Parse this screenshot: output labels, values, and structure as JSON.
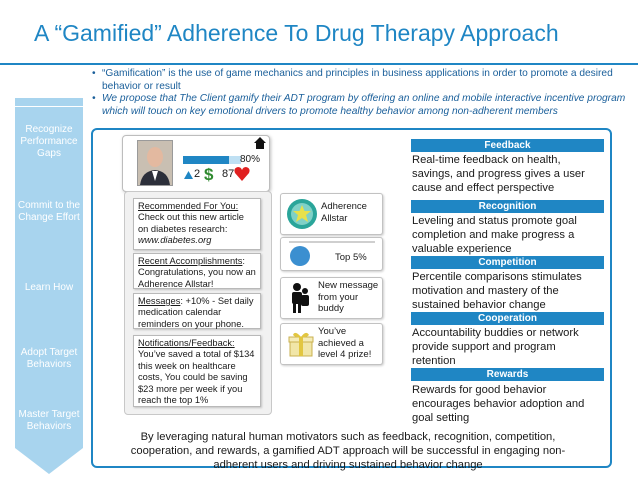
{
  "title": "A “Gamified” Adherence To Drug Therapy Approach",
  "bullets": [
    "“Gamification” is the use of game mechanics and principles in business applications in order to promote a desired behavior or result",
    "We propose that The Client gamify their ADT program by offering an online and mobile interactive incentive program which will touch on key emotional drivers to promote healthy behavior among non-adherent members"
  ],
  "steps": [
    "Recognize Performance Gaps",
    "Commit to the Change Effort",
    "Learn How",
    "Adopt Target Behaviors",
    "Master Target Behaviors"
  ],
  "profile": {
    "progress_label": "80%",
    "progress_value": 0.8,
    "level": "2",
    "dollar_icon": "$",
    "points": "87"
  },
  "cards": {
    "recommended": {
      "title": "Recommended For You:",
      "text": "Check out this new article on diabetes research:",
      "link": "www.diabetes.org"
    },
    "accomplishments": {
      "title": "Recent Accomplishments",
      "text": ": Congratulations, you now an Adherence Allstar!"
    },
    "messages": {
      "title": "Messages",
      "text": ": +10% - Set daily medication calendar reminders on your phone."
    },
    "notifications": {
      "title": "Notifications/Feedback:",
      "text": "You’ve saved a total of $134 this week on healthcare costs, You could be saving $23 more per week if you reach the top 1%"
    }
  },
  "mid_cards": {
    "allstar": "Adherence Allstar",
    "top": "Top 5%",
    "message": "New message from your buddy",
    "prize": "You’ve achieved a level 4 prize!"
  },
  "right": [
    {
      "heading": "Feedback",
      "text": "Real-time feedback on health, savings, and progress gives a user cause and effect perspective"
    },
    {
      "heading": "Recognition",
      "text": "Leveling and status promote goal completion and make progress a valuable experience"
    },
    {
      "heading": "Competition",
      "text": "Percentile comparisons stimulates motivation and mastery of the sustained behavior change"
    },
    {
      "heading": "Cooperation",
      "text": "Accountability buddies or network provide support and program retention"
    },
    {
      "heading": "Rewards",
      "text": "Rewards for good behavior encourages behavior adoption and goal setting"
    }
  ],
  "summary": "By leveraging natural human motivators such as feedback, recognition, competition, cooperation, and rewards, a gamified ADT approach will be successful in engaging non-adherent users and driving sustained behavior change",
  "colors": {
    "accent": "#1f86c4",
    "heart": "#e02020",
    "dollar": "#2f8a2f",
    "step_arrow": "#a8d4ee"
  }
}
